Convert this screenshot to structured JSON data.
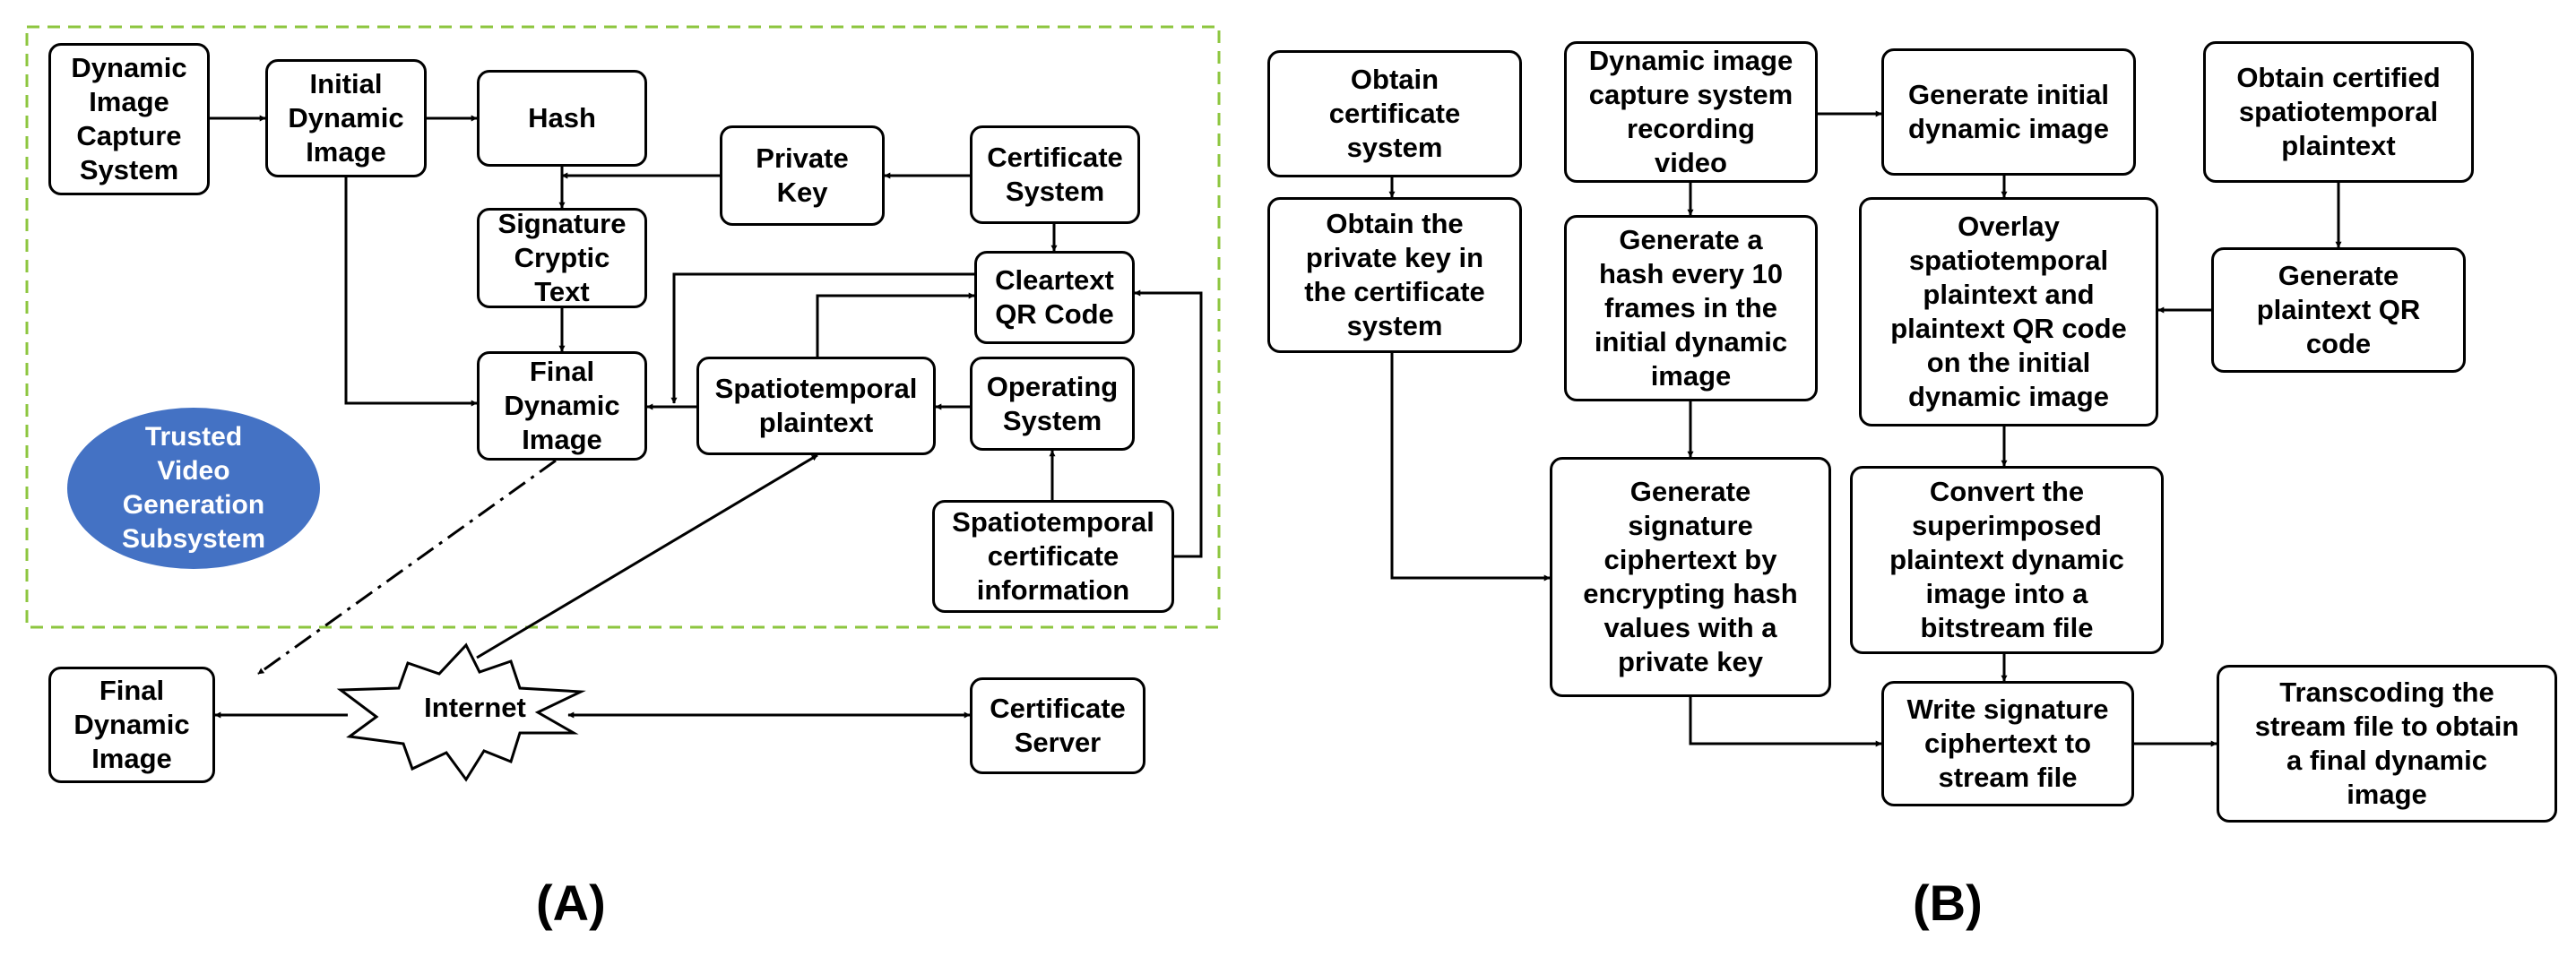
{
  "panel_a": {
    "label": "(A)",
    "boxes": {
      "capture": "Dynamic\nImage\nCapture\nSystem",
      "initial": "Initial\nDynamic\nImage",
      "hash": "Hash",
      "private_key": "Private\nKey",
      "cert_system": "Certificate\nSystem",
      "signature": "Signature\nCryptic\nText",
      "cleartext_qr": "Cleartext\nQR Code",
      "final": "Final\nDynamic\nImage",
      "spatiotemporal": "Spatiotemporal\nplaintext",
      "operating": "Operating\nSystem",
      "st_cert_info": "Spatiotemporal\ncertificate\ninformation",
      "final_out": "Final\nDynamic\nImage",
      "cert_server": "Certificate\nServer"
    },
    "subsystem": "Trusted\nVideo\nGeneration\nSubsystem",
    "internet": "Internet",
    "colors": {
      "dashed_border": "#8dc63f",
      "subsystem_fill": "#4472c4"
    }
  },
  "panel_b": {
    "label": "(B)",
    "boxes": {
      "obtain_cert": "Obtain\ncertificate\nsystem",
      "obtain_key": "Obtain the\nprivate key in\nthe certificate\nsystem",
      "record": "Dynamic image\ncapture system\nrecording\nvideo",
      "gen_hash": "Generate a\nhash every 10\nframes in the\ninitial dynamic\nimage",
      "gen_sig": "Generate\nsignature\nciphertext by\nencrypting hash\nvalues with a\nprivate key",
      "gen_initial": "Generate initial\ndynamic image",
      "overlay": "Overlay\nspatiotemporal\nplaintext and\nplaintext QR code\non the initial\ndynamic image",
      "convert": "Convert the\nsuperimposed\nplaintext dynamic\nimage into a\nbitstream file",
      "write_sig": "Write signature\nciphertext to\nstream file",
      "obtain_plain": "Obtain certified\nspatiotemporal\nplaintext",
      "gen_qr": "Generate\nplaintext QR\ncode",
      "transcode": "Transcoding the\nstream file to obtain\na final dynamic\nimage"
    }
  }
}
